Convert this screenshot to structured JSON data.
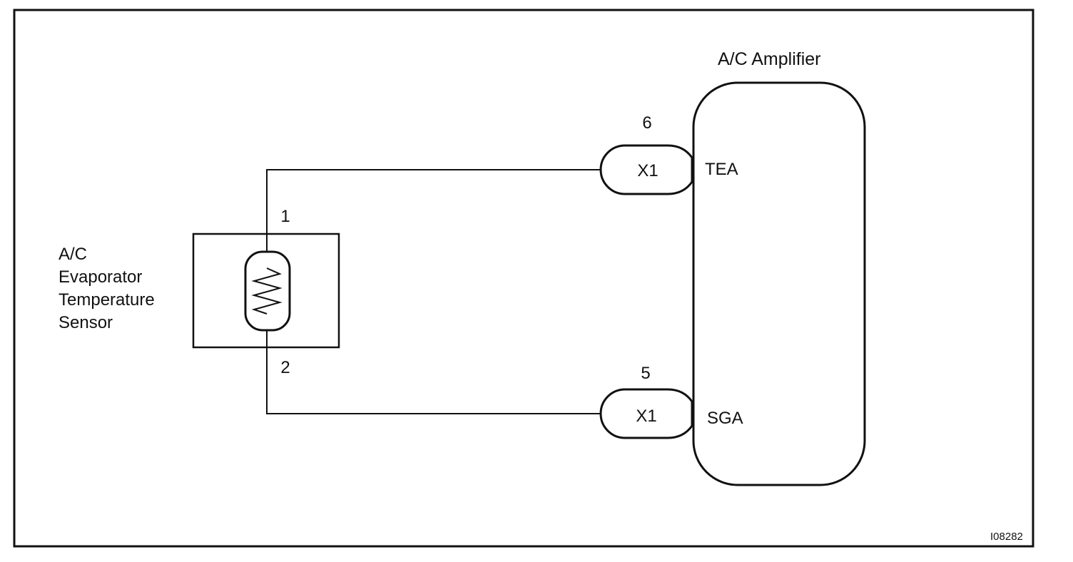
{
  "diagram": {
    "amplifier": {
      "title": "A/C Amplifier",
      "terminals": [
        {
          "pin": "6",
          "connector": "X1",
          "signal": "TEA"
        },
        {
          "pin": "5",
          "connector": "X1",
          "signal": "SGA"
        }
      ]
    },
    "sensor": {
      "label_lines": [
        "A/C",
        "Evaporator",
        "Temperature",
        "Sensor"
      ],
      "pin_top": "1",
      "pin_bottom": "2",
      "symbol": "thermistor-resistor-icon"
    },
    "figure_id": "I08282"
  }
}
